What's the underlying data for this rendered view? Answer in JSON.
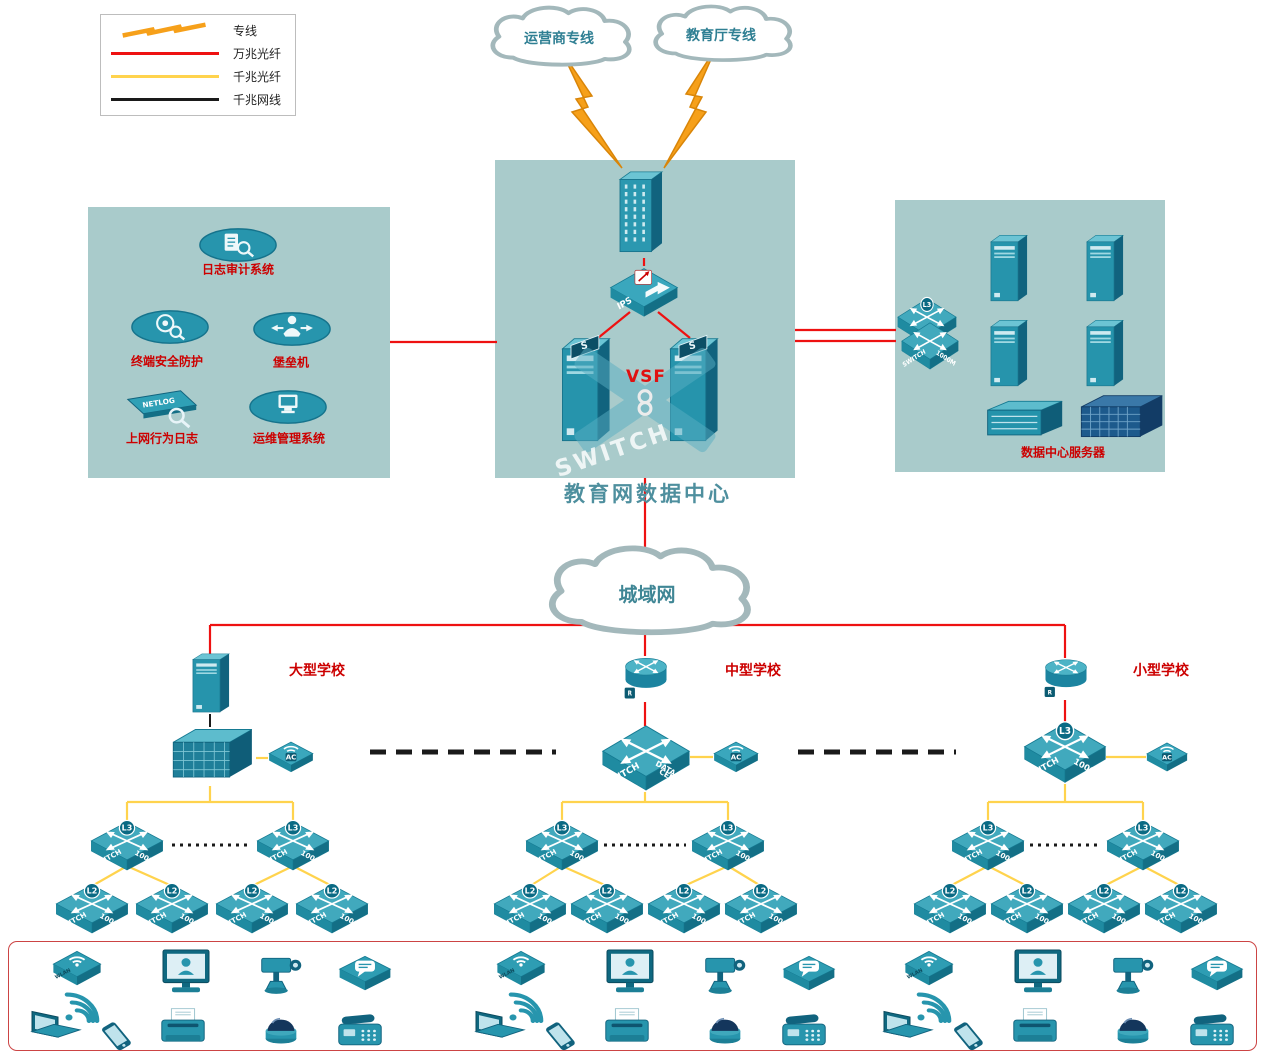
{
  "colors": {
    "fiber10g": "#ee1111",
    "fiber1g": "#ffd34d",
    "cable1g": "#1a1a1a",
    "lightning": "#f6a01a",
    "region_bg": "#a9cbcb",
    "device_teal": "#2795ad",
    "label_red": "#cc0000",
    "title_teal": "#4e8f9e"
  },
  "legend": {
    "items": [
      {
        "label": "专线",
        "symbol": "lightning"
      },
      {
        "label": "万兆光纤",
        "symbol": "line",
        "color": "#ee1111"
      },
      {
        "label": "千兆光纤",
        "symbol": "line",
        "color": "#ffd34d"
      },
      {
        "label": "千兆网线",
        "symbol": "line",
        "color": "#1a1a1a"
      }
    ]
  },
  "top_clouds": [
    {
      "label": "运营商专线"
    },
    {
      "label": "教育厅专线"
    }
  ],
  "man_cloud": {
    "label": "城域网"
  },
  "datacenter": {
    "title": "教育网数据中心"
  },
  "labels": {
    "switch": "SWITCH",
    "speed": "1000M",
    "l3": "L3",
    "l2": "L2",
    "ac": "AC",
    "data": "DATA",
    "center": "CENTER",
    "router_badge": "R",
    "ips": "IPS",
    "vsf": "VSF",
    "vsf_flag": "S",
    "netlog": "NETLOG",
    "wlan": "WLAN",
    "switch_watermark": "SWITCH"
  },
  "security_box": {
    "items": [
      "日志审计系统",
      "终端安全防护",
      "堡垒机",
      "上网行为日志",
      "运维管理系统"
    ]
  },
  "server_box": {
    "title": "数据中心服务器"
  },
  "schools": [
    {
      "name": "大型学校"
    },
    {
      "name": "中型学校"
    },
    {
      "name": "小型学校"
    }
  ]
}
